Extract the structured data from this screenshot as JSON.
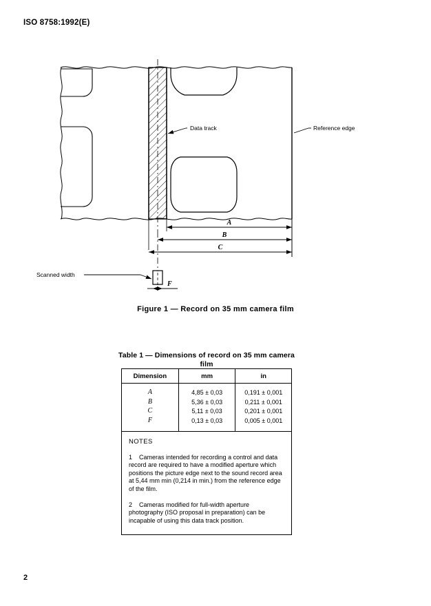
{
  "document": {
    "header": "ISO 8758:1992(E)",
    "page_number": "2"
  },
  "figure": {
    "caption": "Figure 1 — Record on 35 mm camera film",
    "labels": {
      "data_track": "Data track",
      "reference_edge": "Reference edge",
      "scanned_width": "Scanned width",
      "dim_a": "A",
      "dim_b": "B",
      "dim_c": "C",
      "dim_f": "F"
    }
  },
  "table": {
    "title_line1": "Table 1 — Dimensions of record on 35 mm camera",
    "title_line2": "film",
    "columns": [
      "Dimension",
      "mm",
      "in"
    ],
    "rows": [
      {
        "dimension": "A",
        "mm": "4,85 ± 0,03",
        "in": "0,191 ± 0,001"
      },
      {
        "dimension": "B",
        "mm": "5,36 ± 0,03",
        "in": "0,211 ± 0,001"
      },
      {
        "dimension": "C",
        "mm": "5,11 ± 0,03",
        "in": "0,201 ± 0,001"
      },
      {
        "dimension": "F",
        "mm": "0,13 ± 0,03",
        "in": "0,005 ± 0,001"
      }
    ],
    "notes_heading": "NOTES",
    "notes": [
      {
        "number": "1",
        "text": "Cameras intended for recording a control and data record are required to have a modified aperture which positions the picture edge next to the sound record area at 5,44 mm min (0,214 in min.) from the reference edge of the film."
      },
      {
        "number": "2",
        "text": "Cameras modified for full-width aperture photography (ISO proposal in preparation) can be incapable of using this data track position."
      }
    ]
  }
}
